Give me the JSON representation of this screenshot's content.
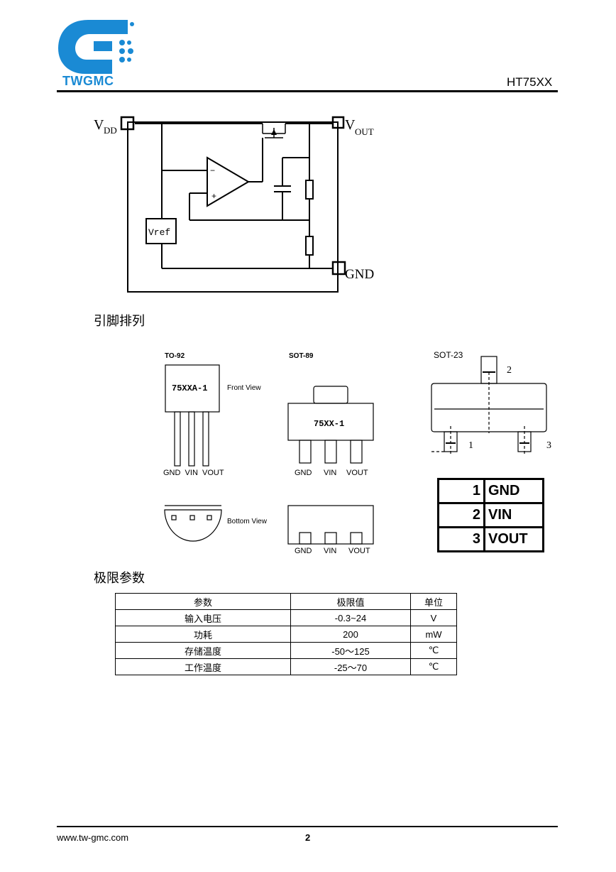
{
  "header": {
    "logo_text": "TWGMC",
    "part_number": "HT75XX"
  },
  "circuit": {
    "vdd_main": "V",
    "vdd_sub": "DD",
    "vout_main": "V",
    "vout_sub": "OUT",
    "gnd": "GND",
    "vref": "Vref",
    "minus": "−",
    "plus": "+"
  },
  "sections": {
    "pinout_title": "引脚排列",
    "ratings_title": "极限参数"
  },
  "packages": {
    "to92": {
      "title": "TO-92",
      "marking": "75XXA-1",
      "front_view": "Front View",
      "bottom_view": "Bottom View",
      "pins": "GND  VIN  VOUT"
    },
    "sot89": {
      "title": "SOT-89",
      "marking": "75XX-1",
      "pins": [
        "GND",
        "VIN",
        "VOUT"
      ],
      "bottom_pins": [
        "GND",
        "VIN",
        "VOUT"
      ]
    },
    "sot23": {
      "title": "SOT-23",
      "pin1": "1",
      "pin2": "2",
      "pin3": "3",
      "table": [
        {
          "num": "1",
          "name": "GND"
        },
        {
          "num": "2",
          "name": "VIN"
        },
        {
          "num": "3",
          "name": "VOUT"
        }
      ]
    }
  },
  "ratings": {
    "headers": [
      "参数",
      "极限值",
      "单位"
    ],
    "rows": [
      [
        "输入电压",
        "-0.3~24",
        "V"
      ],
      [
        "功耗",
        "200",
        "mW"
      ],
      [
        "存储温度",
        "-50～125",
        "℃"
      ],
      [
        "工作温度",
        "-25～70",
        "℃"
      ]
    ]
  },
  "footer": {
    "url": "www.tw-gmc.com",
    "page": "2"
  },
  "colors": {
    "logo_blue": "#1a8ad4"
  }
}
